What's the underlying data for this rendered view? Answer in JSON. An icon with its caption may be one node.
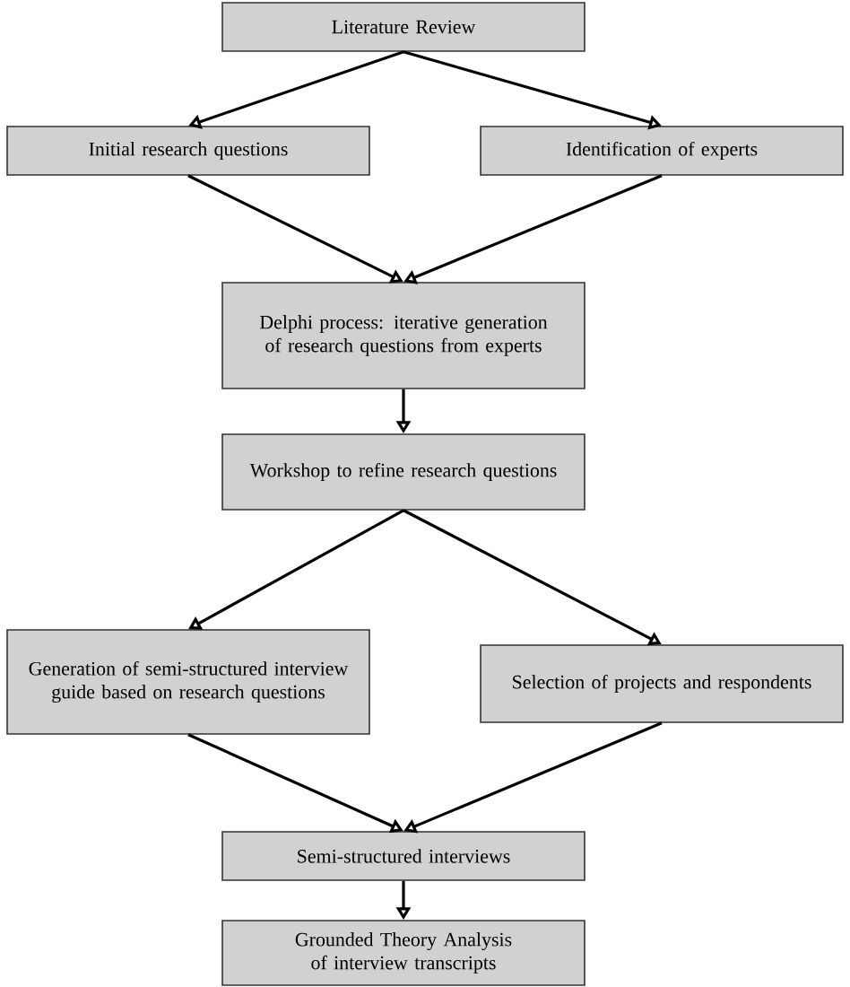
{
  "diagram": {
    "nodes": [
      {
        "text": [
          "Literature Review"
        ]
      },
      {
        "text": [
          "Initial research questions"
        ]
      },
      {
        "text": [
          "Identification of experts"
        ]
      },
      {
        "text": [
          "Delphi process: iterative generation of research questions from experts"
        ]
      },
      {
        "text": [
          "Workshop to refine research questions"
        ]
      },
      {
        "text": [
          "Generation of semi-structured interview guide based on research questions"
        ]
      },
      {
        "text": [
          "Selection of projects and respondents"
        ]
      },
      {
        "text": [
          "Semi-structured interviews"
        ]
      },
      {
        "text": [
          "Grounded Theory Analysis of interview transcripts"
        ]
      }
    ],
    "edges": [
      {
        "from": 0,
        "to": 1,
        "arrow": "to"
      },
      {
        "from": 0,
        "to": 2,
        "arrow": "to"
      },
      {
        "from": 1,
        "to": 3,
        "arrow": "to"
      },
      {
        "from": 2,
        "to": 3,
        "arrow": "to"
      },
      {
        "from": 3,
        "to": 4,
        "arrow": "to"
      },
      {
        "from": 4,
        "to": 5,
        "arrow": "to"
      },
      {
        "from": 4,
        "to": 6,
        "arrow": "to"
      },
      {
        "from": 5,
        "to": 7,
        "arrow": "to"
      },
      {
        "from": 6,
        "to": 7,
        "arrow": "to"
      },
      {
        "from": 7,
        "to": 8,
        "arrow": "to"
      }
    ]
  }
}
